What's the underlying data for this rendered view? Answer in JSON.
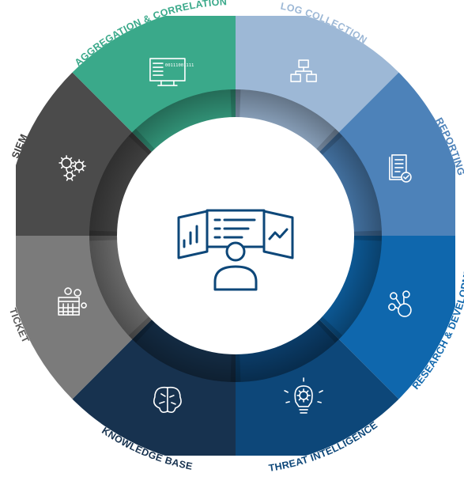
{
  "segments": [
    {
      "id": "log-collection",
      "label": "LOG COLLECTION",
      "color": "#9db8d6",
      "label_color": "#9db8d6",
      "icon": "network-hierarchy-icon"
    },
    {
      "id": "reporting",
      "label": "REPORTING",
      "color": "#4d82b9",
      "label_color": "#4d82b9",
      "icon": "report-document-icon"
    },
    {
      "id": "research-development",
      "label": "RESEARCH & DEVELOPMENT",
      "color": "#0f67ad",
      "label_color": "#0f67ad",
      "icon": "molecule-icon"
    },
    {
      "id": "threat-intelligence",
      "label": "THREAT INTELLIGENCE",
      "color": "#0d4779",
      "label_color": "#0d4779",
      "icon": "lightbulb-gear-icon"
    },
    {
      "id": "knowledge-base",
      "label": "KNOWLEDGE BASE",
      "color": "#17324f",
      "label_color": "#17324f",
      "icon": "brain-icon"
    },
    {
      "id": "ticket",
      "label": "TICKET",
      "color": "#7b7b7b",
      "label_color": "#5a5a5a",
      "icon": "calendar-gear-icon"
    },
    {
      "id": "siem",
      "label": "SIEM",
      "color": "#4b4b4b",
      "label_color": "#3f3f3f",
      "icon": "gears-icon"
    },
    {
      "id": "aggregation-correlation",
      "label": "AGGREGATION & CORRELATION",
      "color": "#3aa98a",
      "label_color": "#3aa98a",
      "icon": "binary-monitor-icon"
    }
  ],
  "center_icon": "analyst-dashboard-icon",
  "colors": {
    "inner_ring": "#ffffff",
    "icon_stroke": "#ffffff",
    "center_icon": "#0d4779"
  }
}
